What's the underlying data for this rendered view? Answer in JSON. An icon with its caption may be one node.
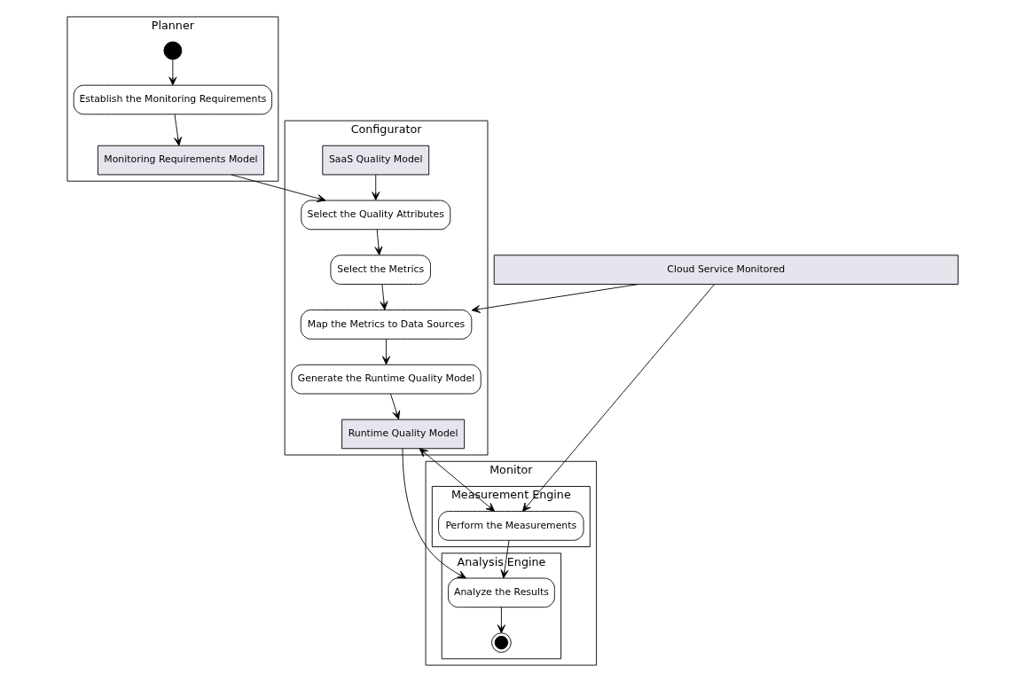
{
  "diagram": {
    "nodes": [
      {
        "text": [
          "Planner"
        ]
      },
      {
        "text": [],
        "shape": "circle",
        "in": 0
      },
      {
        "text": [
          "Establish the Monitoring Requirements"
        ],
        "in": 0
      },
      {
        "text": [
          "Monitoring Requirements Model"
        ],
        "in": 0
      },
      {
        "text": [
          "Configurator"
        ]
      },
      {
        "text": [
          "SaaS Quality Model"
        ],
        "in": 4
      },
      {
        "text": [
          "Select the Quality Attributes"
        ],
        "in": 4
      },
      {
        "text": [
          "Select the Metrics"
        ],
        "in": 4
      },
      {
        "text": [
          "Map the Metrics to Data Sources"
        ],
        "in": 4
      },
      {
        "text": [
          "Runtime Quality Model"
        ],
        "in": 4
      },
      {
        "text": [
          "Generate the Runtime Quality Model"
        ],
        "in": 4
      },
      {
        "text": [
          "Monitor"
        ]
      },
      {
        "text": [
          "Measurement Engine"
        ],
        "in": 11
      },
      {
        "text": [
          "Perform the Measurements"
        ],
        "in": 12
      },
      {
        "text": [
          "Analysis Engine"
        ],
        "in": 11
      },
      {
        "text": [
          "Analyze the Results"
        ],
        "in": 14
      },
      {
        "text": [],
        "shape": "circle",
        "in": 14
      },
      {
        "text": [
          "Cloud Service Monitored"
        ]
      }
    ],
    "edges": [
      {
        "from": 1,
        "to": 2,
        "arrow": "to"
      },
      {
        "from": 2,
        "to": 3,
        "arrow": "to"
      },
      {
        "from": 3,
        "to": 6,
        "arrow": "to"
      },
      {
        "from": 5,
        "to": 6,
        "arrow": "to"
      },
      {
        "from": 6,
        "to": 7,
        "arrow": "to"
      },
      {
        "from": 7,
        "to": 8,
        "arrow": "to"
      },
      {
        "from": 8,
        "to": 10,
        "arrow": "to"
      },
      {
        "from": 10,
        "to": 9,
        "arrow": "to"
      },
      {
        "from": 9,
        "to": 15,
        "arrow": "to"
      },
      {
        "from": 9,
        "to": 13,
        "arrow": "both"
      },
      {
        "from": 13,
        "to": 15,
        "arrow": "to"
      },
      {
        "from": 15,
        "to": 16,
        "arrow": "to"
      },
      {
        "from": 17,
        "to": 8,
        "arrow": "to"
      },
      {
        "from": 17,
        "to": 13,
        "arrow": "to"
      }
    ]
  }
}
